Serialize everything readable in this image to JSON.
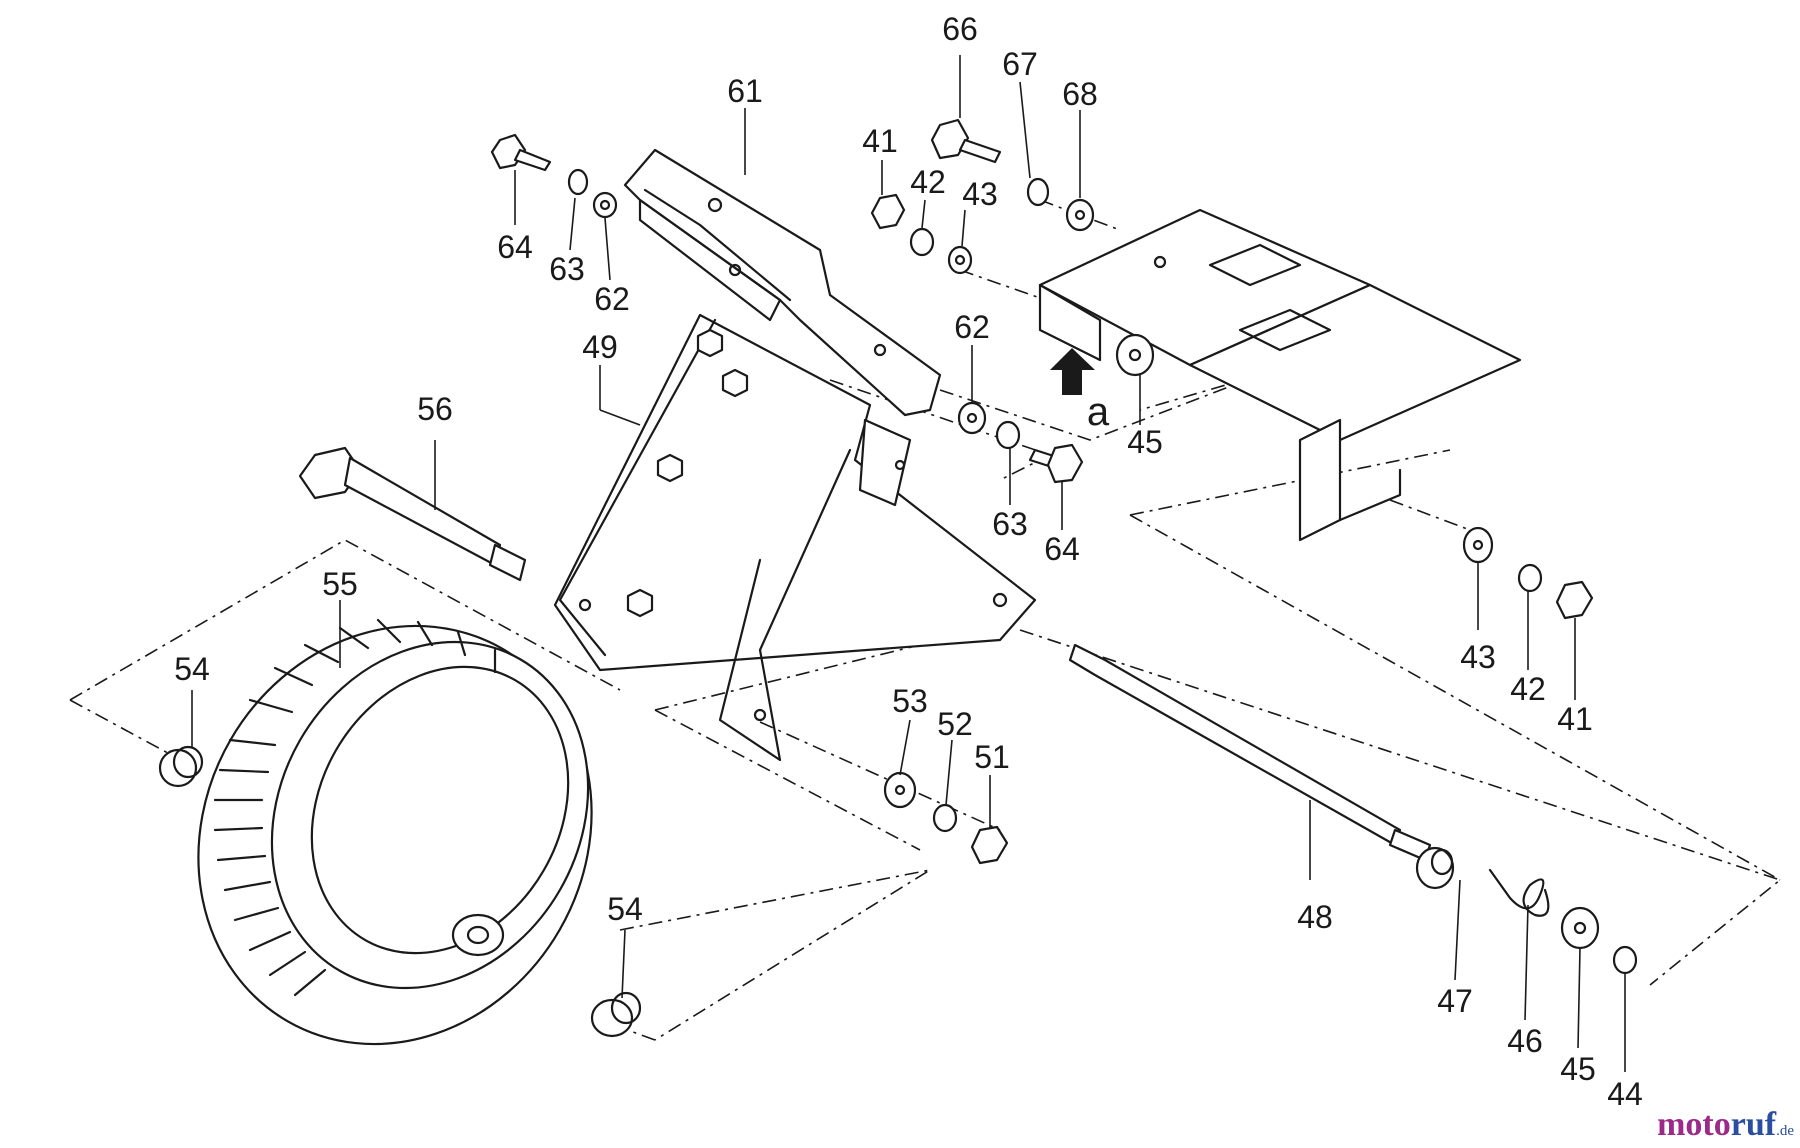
{
  "diagram": {
    "callouts": [
      {
        "id": "c61",
        "text": "61"
      },
      {
        "id": "c66",
        "text": "66"
      },
      {
        "id": "c67",
        "text": "67"
      },
      {
        "id": "c68",
        "text": "68"
      },
      {
        "id": "c41a",
        "text": "41"
      },
      {
        "id": "c42a",
        "text": "42"
      },
      {
        "id": "c43a",
        "text": "43"
      },
      {
        "id": "c64a",
        "text": "64"
      },
      {
        "id": "c63a",
        "text": "63"
      },
      {
        "id": "c62a",
        "text": "62"
      },
      {
        "id": "c49",
        "text": "49"
      },
      {
        "id": "c62b",
        "text": "62"
      },
      {
        "id": "c45a",
        "text": "45"
      },
      {
        "id": "c56",
        "text": "56"
      },
      {
        "id": "c63b",
        "text": "63"
      },
      {
        "id": "c64b",
        "text": "64"
      },
      {
        "id": "c55",
        "text": "55"
      },
      {
        "id": "c54a",
        "text": "54"
      },
      {
        "id": "c43b",
        "text": "43"
      },
      {
        "id": "c42b",
        "text": "42"
      },
      {
        "id": "c41b",
        "text": "41"
      },
      {
        "id": "c53",
        "text": "53"
      },
      {
        "id": "c52",
        "text": "52"
      },
      {
        "id": "c51",
        "text": "51"
      },
      {
        "id": "c54b",
        "text": "54"
      },
      {
        "id": "c48",
        "text": "48"
      },
      {
        "id": "c47",
        "text": "47"
      },
      {
        "id": "c46",
        "text": "46"
      },
      {
        "id": "c45b",
        "text": "45"
      },
      {
        "id": "c44",
        "text": "44"
      }
    ],
    "view_letter": "a"
  },
  "watermark": {
    "part1": "moto",
    "part2": "ruf",
    "suffix": ".de"
  },
  "colors": {
    "line": "#1a1a1a",
    "watermark_purple": "#9b2a8a",
    "watermark_blue": "#2a4fa0"
  }
}
